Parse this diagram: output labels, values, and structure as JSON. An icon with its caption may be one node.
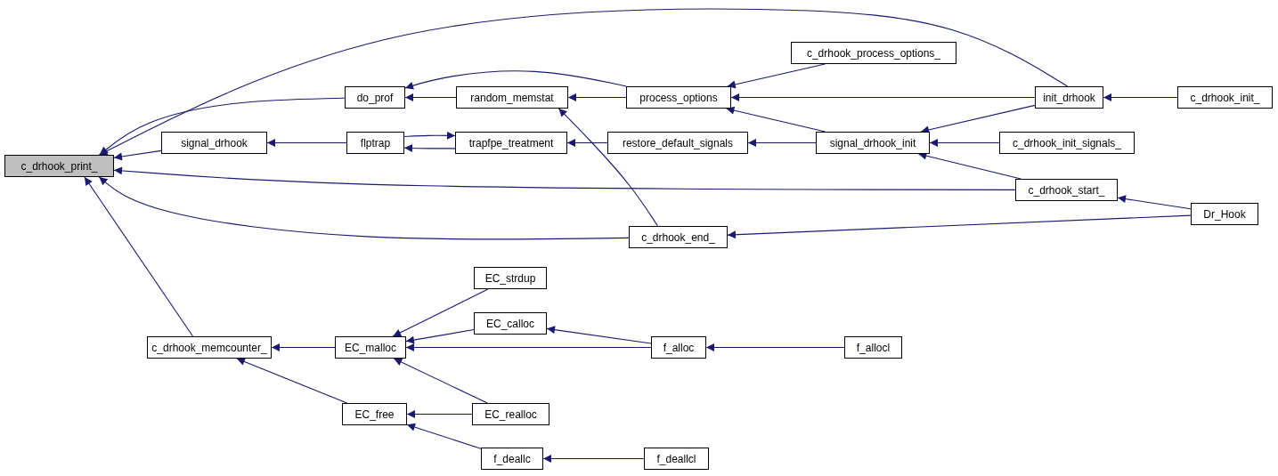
{
  "diagram": {
    "nodes": [
      {
        "text": [
          "c_drhook_print_"
        ]
      },
      {
        "text": [
          "signal_drhook"
        ]
      },
      {
        "text": [
          "c_drhook_memcounter_"
        ]
      },
      {
        "text": [
          "do_prof"
        ]
      },
      {
        "text": [
          "flptrap"
        ]
      },
      {
        "text": [
          "random_memstat"
        ]
      },
      {
        "text": [
          "trapfpe_treatment"
        ]
      },
      {
        "text": [
          "process_options"
        ]
      },
      {
        "text": [
          "restore_default_signals"
        ]
      },
      {
        "text": [
          "c_drhook_end_"
        ]
      },
      {
        "text": [
          "EC_malloc"
        ]
      },
      {
        "text": [
          "EC_free"
        ]
      },
      {
        "text": [
          "c_drhook_process_options_"
        ]
      },
      {
        "text": [
          "signal_drhook_init"
        ]
      },
      {
        "text": [
          "init_drhook"
        ]
      },
      {
        "text": [
          "c_drhook_start_"
        ]
      },
      {
        "text": [
          "c_drhook_init_signals_"
        ]
      },
      {
        "text": [
          "c_drhook_init_"
        ]
      },
      {
        "text": [
          "Dr_Hook"
        ]
      },
      {
        "text": [
          "EC_strdup"
        ]
      },
      {
        "text": [
          "EC_calloc"
        ]
      },
      {
        "text": [
          "EC_realloc"
        ]
      },
      {
        "text": [
          "f_alloc"
        ]
      },
      {
        "text": [
          "f_deallc"
        ]
      },
      {
        "text": [
          "f_allocl"
        ]
      },
      {
        "text": [
          "f_deallcl"
        ]
      }
    ],
    "edges": [
      {
        "from": 14,
        "to": 0,
        "arrow": "to"
      },
      {
        "from": 3,
        "to": 0,
        "arrow": "to"
      },
      {
        "from": 1,
        "to": 0,
        "arrow": "to"
      },
      {
        "from": 15,
        "to": 0,
        "arrow": "to"
      },
      {
        "from": 9,
        "to": 0,
        "arrow": "to"
      },
      {
        "from": 2,
        "to": 0,
        "arrow": "to"
      },
      {
        "from": 4,
        "to": 1,
        "arrow": "to"
      },
      {
        "from": 5,
        "to": 3,
        "arrow": "to"
      },
      {
        "from": 7,
        "to": 3,
        "arrow": "to"
      },
      {
        "from": 4,
        "to": 6,
        "arrow": "to"
      },
      {
        "from": 6,
        "to": 4,
        "arrow": "to"
      },
      {
        "from": 7,
        "to": 5,
        "arrow": "to"
      },
      {
        "from": 9,
        "to": 5,
        "arrow": "to"
      },
      {
        "from": 8,
        "to": 6,
        "arrow": "to"
      },
      {
        "from": 12,
        "to": 7,
        "arrow": "to"
      },
      {
        "from": 14,
        "to": 7,
        "arrow": "to"
      },
      {
        "from": 13,
        "to": 7,
        "arrow": "to"
      },
      {
        "from": 13,
        "to": 8,
        "arrow": "to"
      },
      {
        "from": 14,
        "to": 13,
        "arrow": "to"
      },
      {
        "from": 16,
        "to": 13,
        "arrow": "to"
      },
      {
        "from": 15,
        "to": 13,
        "arrow": "to"
      },
      {
        "from": 17,
        "to": 14,
        "arrow": "to"
      },
      {
        "from": 18,
        "to": 15,
        "arrow": "to"
      },
      {
        "from": 18,
        "to": 9,
        "arrow": "to"
      },
      {
        "from": 10,
        "to": 2,
        "arrow": "to"
      },
      {
        "from": 11,
        "to": 2,
        "arrow": "to"
      },
      {
        "from": 19,
        "to": 10,
        "arrow": "to"
      },
      {
        "from": 20,
        "to": 10,
        "arrow": "to"
      },
      {
        "from": 22,
        "to": 10,
        "arrow": "to"
      },
      {
        "from": 21,
        "to": 10,
        "arrow": "to"
      },
      {
        "from": 21,
        "to": 11,
        "arrow": "to"
      },
      {
        "from": 23,
        "to": 11,
        "arrow": "to"
      },
      {
        "from": 22,
        "to": 20,
        "arrow": "to"
      },
      {
        "from": 24,
        "to": 22,
        "arrow": "to"
      },
      {
        "from": 25,
        "to": 23,
        "arrow": "to"
      }
    ]
  }
}
